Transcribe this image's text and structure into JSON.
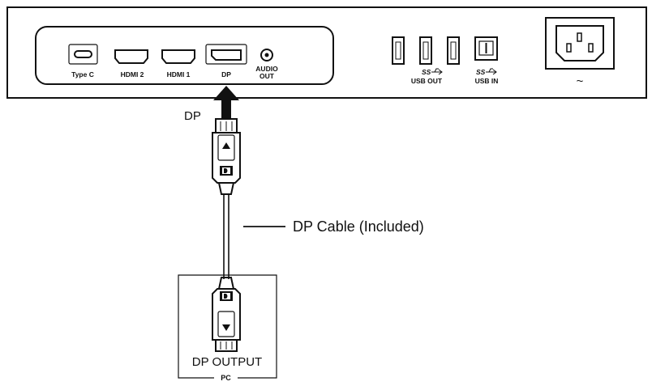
{
  "colors": {
    "line": "#111111",
    "background": "#ffffff"
  },
  "ports": {
    "typec": "Type C",
    "hdmi2": "HDMI 2",
    "hdmi1": "HDMI 1",
    "dp": "DP",
    "audio_line1": "AUDIO",
    "audio_line2": "OUT",
    "usb_out": "USB OUT",
    "usb_in": "USB IN",
    "power_symbol": "~"
  },
  "connection": {
    "dp_label": "DP",
    "cable_label": "DP Cable (Included)",
    "source_output": "DP OUTPUT",
    "source_device": "PC"
  },
  "icons": [
    "up-arrow-icon",
    "usb-superspeed-icon",
    "power-inlet-icon",
    "triangle-up-icon",
    "triangle-down-icon",
    "dp-d-logo-icon"
  ]
}
